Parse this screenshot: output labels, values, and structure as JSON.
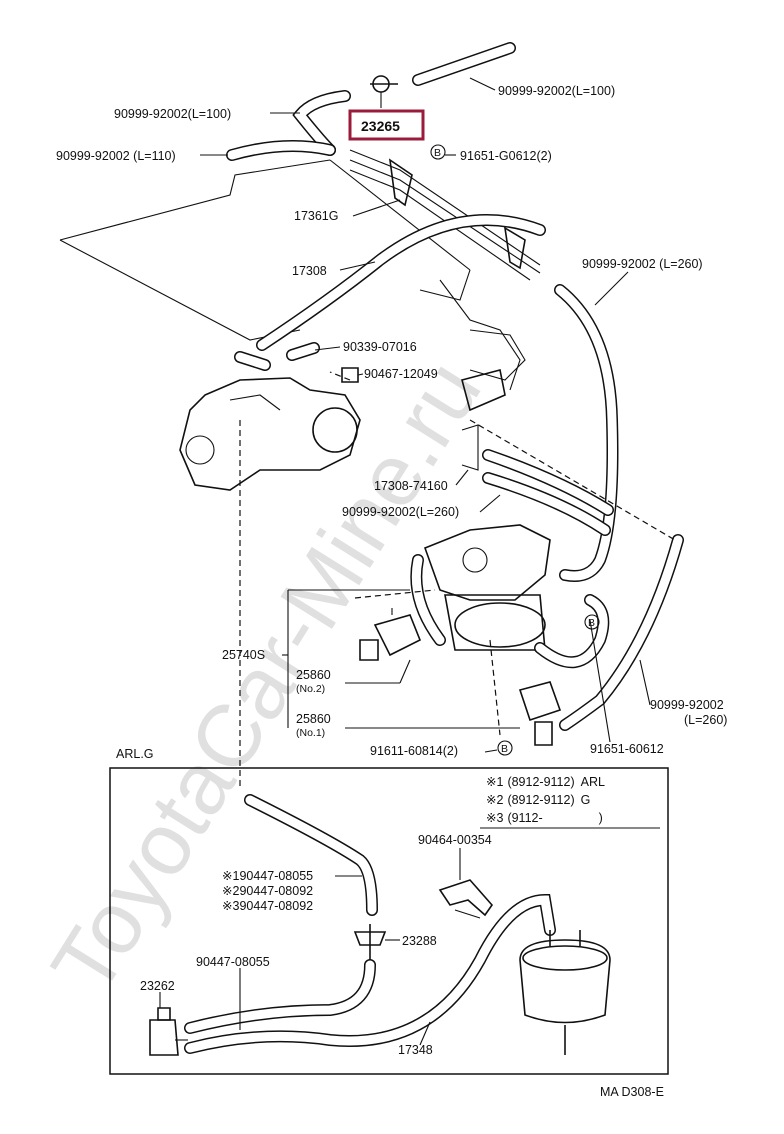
{
  "highlight_color": "#9b1b3b",
  "watermark": "ToyotaCar-Mine.ru",
  "figure_code": "MA D308-E",
  "inset_title": "ARL.G",
  "callouts": {
    "part_23265": "23265",
    "hose_top_right": "90999-92002(L=100)",
    "hose_top_left": "90999-92002(L=100)",
    "hose_left_110": "90999-92002 (L=110)",
    "bolt_91651_g": "91651-G0612(2)",
    "bracket_17361g": "17361G",
    "hose_17308": "17308",
    "hose_right_260": "90999-92002 (L=260)",
    "part_90339": "90339-07016",
    "part_90467": "90467-12049",
    "part_17308_74160": "17308-74160",
    "hose_mid_260": "90999-92002(L=260)",
    "assy_25740s": "25740S",
    "vsv_25860_no2": "25860",
    "vsv_no2_tag": "(No.2)",
    "vsv_25860_no1": "25860",
    "vsv_no1_tag": "(No.1)",
    "bolt_91611": "91611-60814(2)",
    "bolt_91651_60612": "91651-60612",
    "hose_lower_right": "90999-92002",
    "hose_lower_right_len": "(L=260)",
    "clip_90464": "90464-00354",
    "hose_alt_1": "90447-08055",
    "hose_alt_2": "90447-08092",
    "hose_alt_3": "90447-08092",
    "part_23288": "23288",
    "hose_90447": "90447-08055",
    "part_23262": "23262",
    "hose_17348": "17348",
    "bolt_marker": "B"
  },
  "legend": [
    {
      "mark": "※1",
      "range": "(8912-9112)",
      "suffix": "ARL"
    },
    {
      "mark": "※2",
      "range": "(8912-9112)",
      "suffix": "G"
    },
    {
      "mark": "※3",
      "range": "(9112-",
      "suffix": ")"
    }
  ],
  "alt_marks": [
    "※1",
    "※2",
    "※3"
  ]
}
